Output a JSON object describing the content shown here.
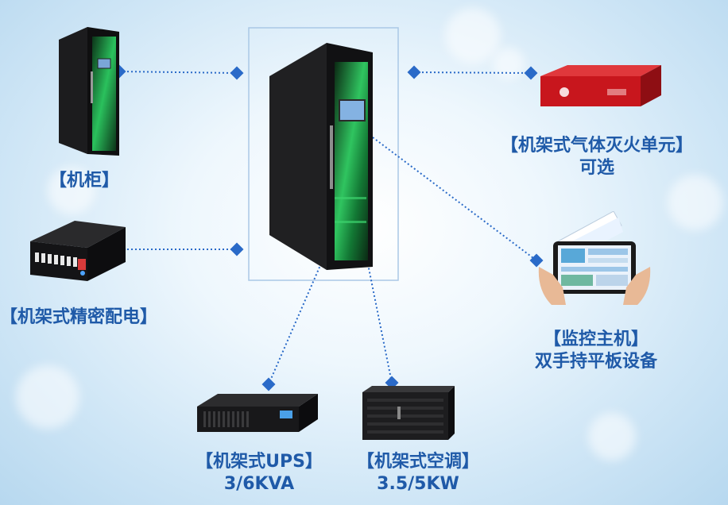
{
  "labels": {
    "cabinet": "【机柜】",
    "pdu": "【机架式精密配电】",
    "fire": "【机架式气体灭火单元】",
    "fire_sub": "可选",
    "monitor": "【监控主机】",
    "monitor_sub": "双手持平板设备",
    "ups": "【机架式UPS】",
    "ups_sub": "3/6KVA",
    "ac": "【机架式空调】",
    "ac_sub": "3.5/5KW"
  },
  "colors": {
    "label": "#1f5aa8",
    "connector": "#2a6ac8",
    "frame": "#aac8e6",
    "cabinet_glow": "#2fe06a",
    "fire_unit": "#c8161d"
  }
}
